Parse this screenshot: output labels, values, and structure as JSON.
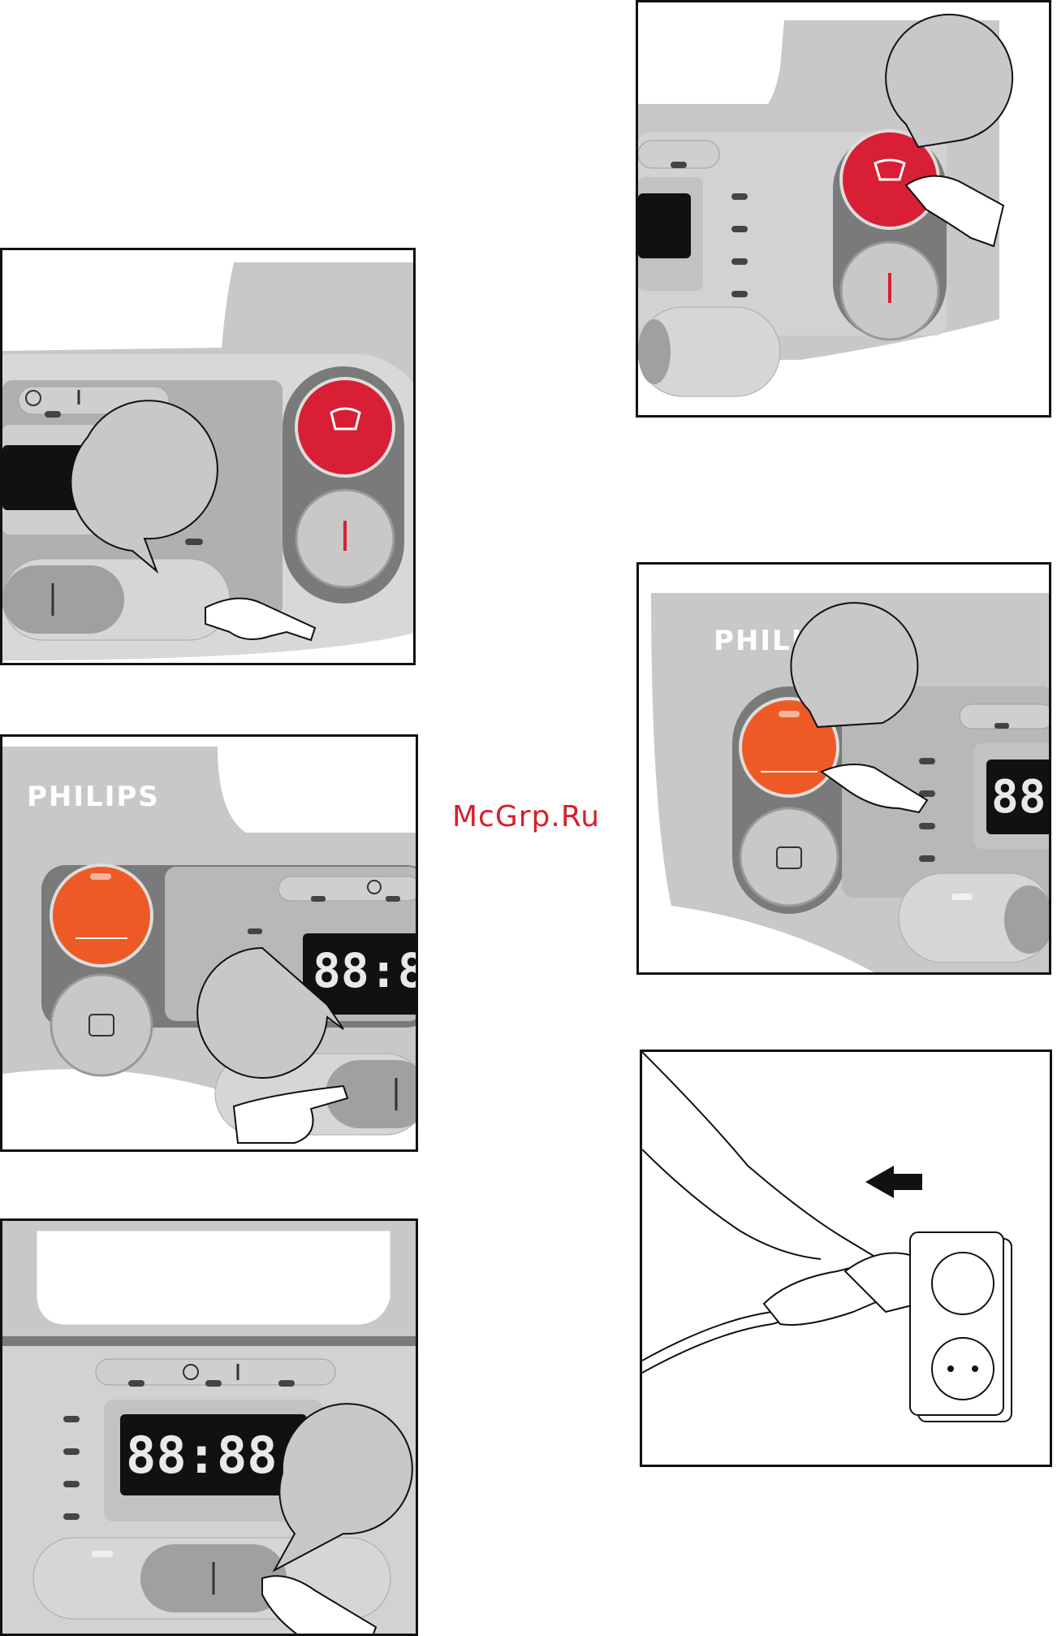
{
  "watermark": "McGrp.Ru",
  "brand": "PHILIPS",
  "display_digits": "88:88",
  "colors": {
    "panel_grey": "#c8c8c8",
    "dark_grey": "#7a7a7a",
    "button_red": "#d81f35",
    "button_orange": "#ee5a26",
    "display_bg": "#111111"
  },
  "icons": {
    "timer": "clock-icon",
    "temperature": "thermometer-icon",
    "cooking": "pot-steam-icon",
    "menu": "menu-list-icon",
    "start": "start-bar-icon"
  }
}
